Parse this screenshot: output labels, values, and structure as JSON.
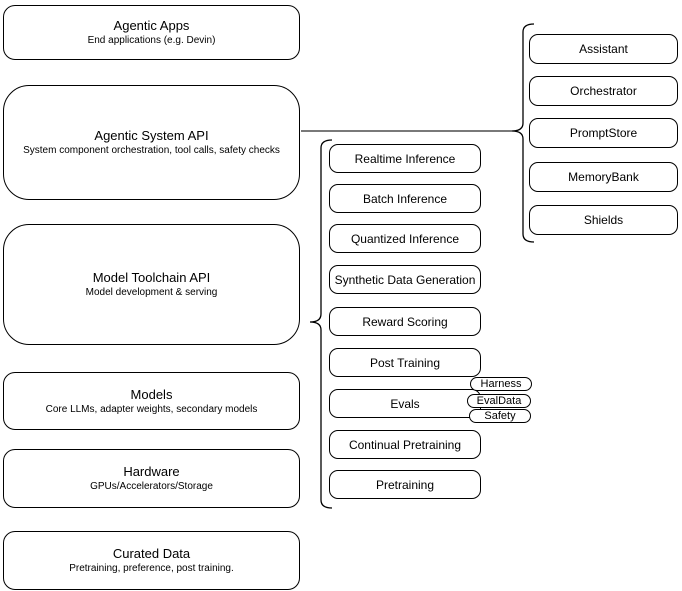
{
  "diagram": {
    "left_stack": [
      {
        "title": "Agentic Apps",
        "subtitle": "End applications (e.g. Devin)"
      },
      {
        "title": "Agentic System API",
        "subtitle": "System component orchestration, tool calls, safety checks"
      },
      {
        "title": "Model Toolchain API",
        "subtitle": "Model development & serving"
      },
      {
        "title": "Models",
        "subtitle": "Core LLMs, adapter weights, secondary models"
      },
      {
        "title": "Hardware",
        "subtitle": "GPUs/Accelerators/Storage"
      },
      {
        "title": "Curated Data",
        "subtitle": "Pretraining, preference, post training."
      }
    ],
    "toolchain_items": [
      {
        "label": "Realtime Inference"
      },
      {
        "label": "Batch Inference"
      },
      {
        "label": "Quantized Inference"
      },
      {
        "label": "Synthetic Data Generation"
      },
      {
        "label": "Reward Scoring"
      },
      {
        "label": "Post Training"
      },
      {
        "label": "Evals"
      },
      {
        "label": "Continual Pretraining"
      },
      {
        "label": "Pretraining"
      }
    ],
    "eval_badges": [
      {
        "label": "Harness"
      },
      {
        "label": "EvalData"
      },
      {
        "label": "Safety"
      }
    ],
    "system_components": [
      {
        "label": "Assistant"
      },
      {
        "label": "Orchestrator"
      },
      {
        "label": "PromptStore"
      },
      {
        "label": "MemoryBank"
      },
      {
        "label": "Shields"
      }
    ],
    "colors": {
      "node_border": "#000000",
      "node_fill": "#ffffff",
      "text": "#000000",
      "connector": "#4d4d4d"
    }
  }
}
